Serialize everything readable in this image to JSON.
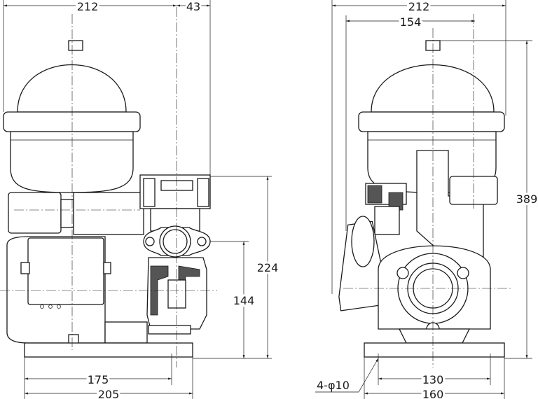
{
  "drawing": {
    "front_view": {
      "overall_width": "212",
      "pump_offset": "43",
      "outlet_height": "224",
      "inlet_height": "144",
      "base_hole_spacing": "175",
      "base_width": "205"
    },
    "side_view": {
      "overall_width": "212",
      "tank_width": "154",
      "overall_height": "389",
      "base_hole_spacing": "130",
      "base_width": "160",
      "mounting_holes": "4-φ10"
    }
  }
}
